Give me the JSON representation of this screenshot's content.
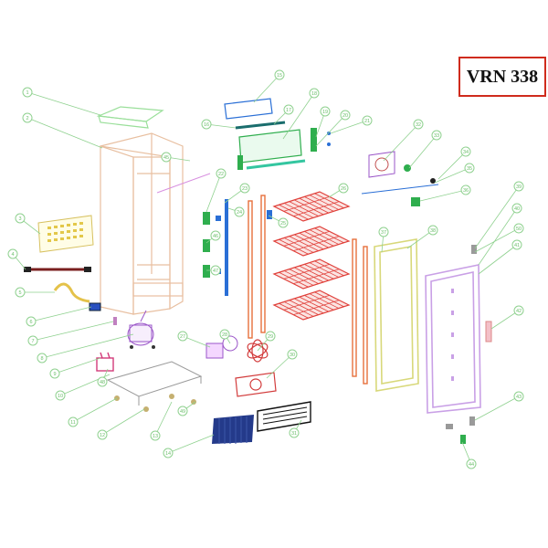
{
  "model": {
    "label": "VRN 338"
  },
  "colors": {
    "callout": "#8fd18f",
    "cabinet": "#e8bfa0",
    "shelf": "#e0403a",
    "strip": "#e7703c",
    "door_frame": "#d8d87a",
    "door_gasket": "#c9a0e6",
    "blue": "#2a6fd6",
    "green": "#2fae4e",
    "base": "#a4a4a4",
    "navy": "#243a8a",
    "black": "#222222",
    "border": "#cf2b1c"
  },
  "callouts": [
    "1",
    "2",
    "3",
    "4",
    "5",
    "6",
    "7",
    "8",
    "9",
    "10",
    "11",
    "12",
    "13",
    "14",
    "15",
    "16",
    "17",
    "18",
    "19",
    "20",
    "21",
    "22",
    "23",
    "24",
    "25",
    "26",
    "27",
    "28",
    "29",
    "30",
    "31",
    "32",
    "33",
    "34",
    "35",
    "36",
    "37",
    "38",
    "39",
    "40",
    "41",
    "42",
    "43",
    "44",
    "45",
    "46",
    "47",
    "48",
    "49",
    "50"
  ]
}
